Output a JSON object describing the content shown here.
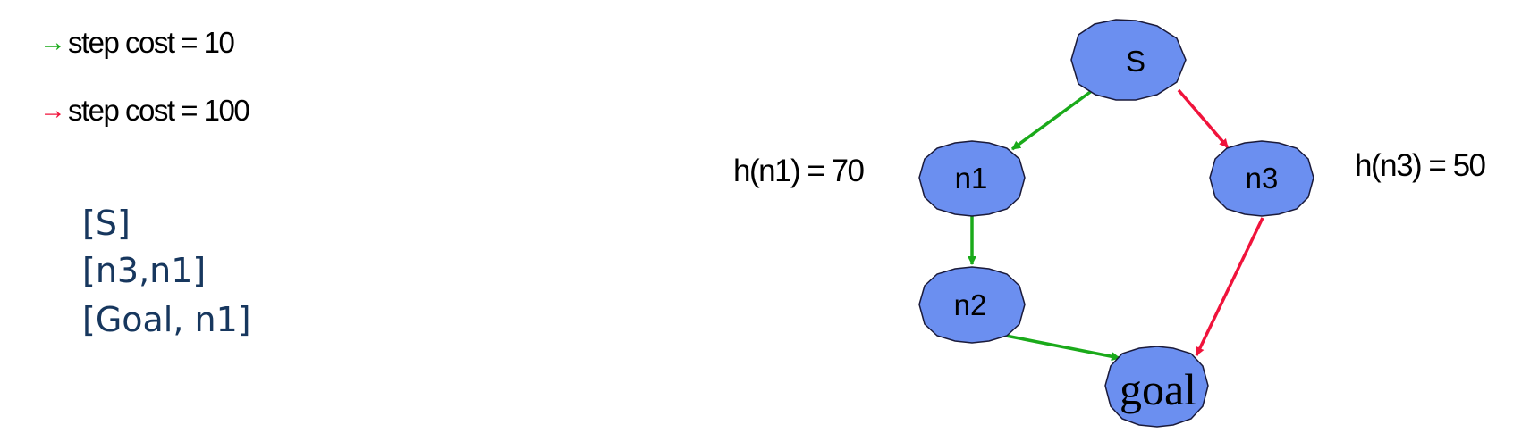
{
  "colors": {
    "green_edge": "#1aaa1a",
    "red_edge": "#f0133b",
    "node_fill": "#6b8ff0",
    "node_stroke": "#1a1a3a",
    "queue_text": "#17375e"
  },
  "legend": [
    {
      "arrow": "→",
      "label": "step cost = 10",
      "color": "green"
    },
    {
      "arrow": "→",
      "label": "step cost = 100",
      "color": "red"
    }
  ],
  "queue": [
    "[S]",
    "[n3,n1]",
    "[Goal, n1]"
  ],
  "nodes": {
    "s": "S",
    "n1": "n1",
    "n2": "n2",
    "n3": "n3",
    "goal": "goal"
  },
  "edges": [
    {
      "from": "S",
      "to": "n1",
      "color": "green"
    },
    {
      "from": "S",
      "to": "n3",
      "color": "red"
    },
    {
      "from": "n1",
      "to": "n2",
      "color": "green"
    },
    {
      "from": "n2",
      "to": "goal",
      "color": "green"
    },
    {
      "from": "n3",
      "to": "goal",
      "color": "red"
    }
  ],
  "heuristics": {
    "n1": "h(n1) = 70",
    "n3": "h(n3) = 50"
  }
}
